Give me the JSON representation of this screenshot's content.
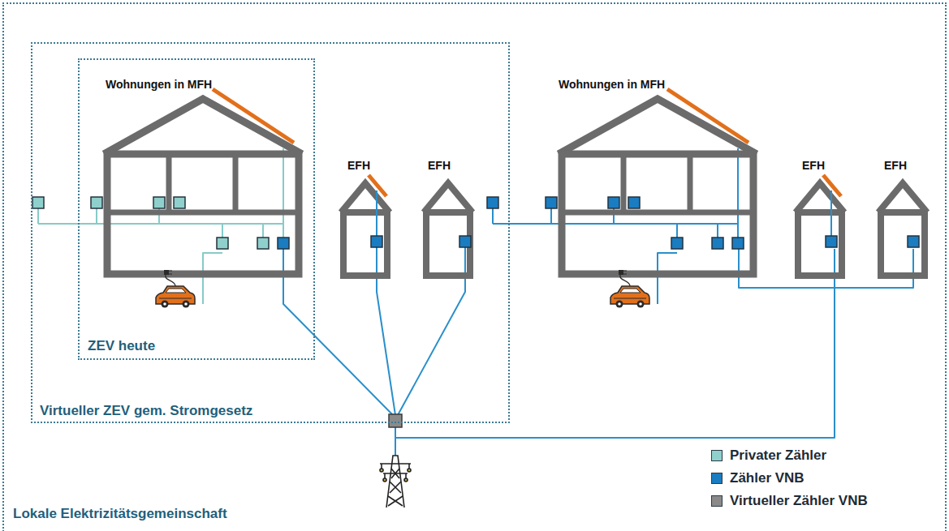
{
  "diagram": {
    "nodes": [
      {
        "text": [
          "Lokale Elektrizitätsgemeinschaft"
        ]
      },
      {
        "text": [
          "Virtueller ZEV gem. Stromgesetz"
        ],
        "in": 0
      },
      {
        "text": [
          "ZEV heute"
        ],
        "in": 1
      },
      {
        "text": [
          "Wohnungen in MFH"
        ],
        "in": 2
      },
      {
        "text": [
          "EFH"
        ],
        "in": 1
      },
      {
        "text": [
          "EFH"
        ],
        "in": 1
      },
      {
        "text": [
          "Wohnungen in MFH"
        ],
        "in": 0
      },
      {
        "text": [
          "EFH"
        ],
        "in": 0
      },
      {
        "text": [
          "EFH"
        ],
        "in": 0
      }
    ],
    "legend": [
      {
        "text": "Privater Zähler",
        "color": "#8fd0cc"
      },
      {
        "text": "Zähler VNB",
        "color": "#1a7cc1"
      },
      {
        "text": "Virtueller Zähler VNB",
        "color": "#8a8a8a"
      }
    ]
  }
}
